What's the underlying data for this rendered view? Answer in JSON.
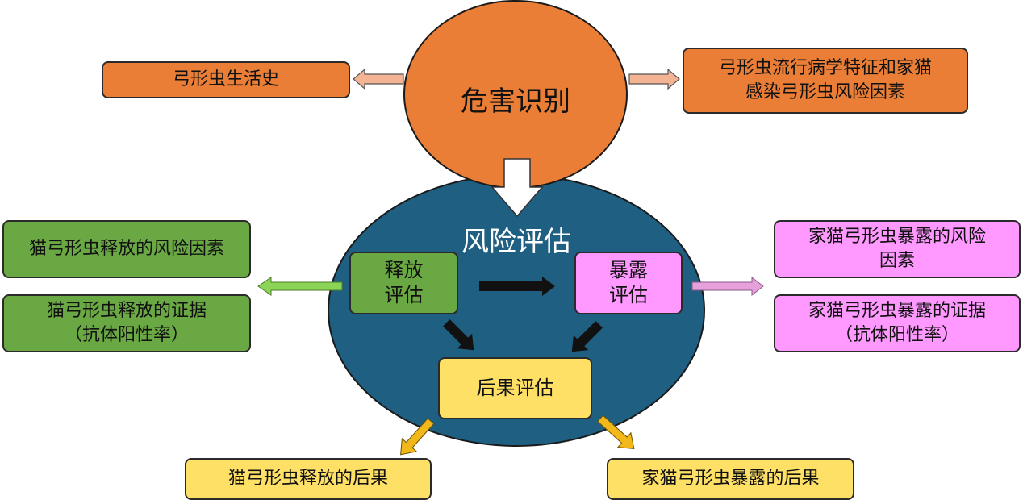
{
  "hazard": {
    "title": "危害识别",
    "left_box": "弓形虫生活史",
    "right_box": "弓形虫流行病学特征和家猫\n感染弓形虫风险因素"
  },
  "risk": {
    "title": "风险评估",
    "release_box": "释放\n评估",
    "exposure_box": "暴露\n评估",
    "consequence_box": "后果评估"
  },
  "release_side": {
    "factors": "猫弓形虫释放的风险因素",
    "evidence": "猫弓形虫释放的证据\n（抗体阳性率）"
  },
  "exposure_side": {
    "factors": "家猫弓形虫暴露的风险\n因素",
    "evidence": "家猫弓形虫暴露的证据\n（抗体阳性率）"
  },
  "consequences": {
    "release": "猫弓形虫释放的后果",
    "exposure": "家猫弓形虫暴露的后果"
  },
  "colors": {
    "hazard_orange": "#ea7e36",
    "risk_blue": "#1f5f82",
    "release_green": "#6aa843",
    "exposure_pink": "#ff98ff",
    "consequence_yellow": "#ffe066"
  }
}
